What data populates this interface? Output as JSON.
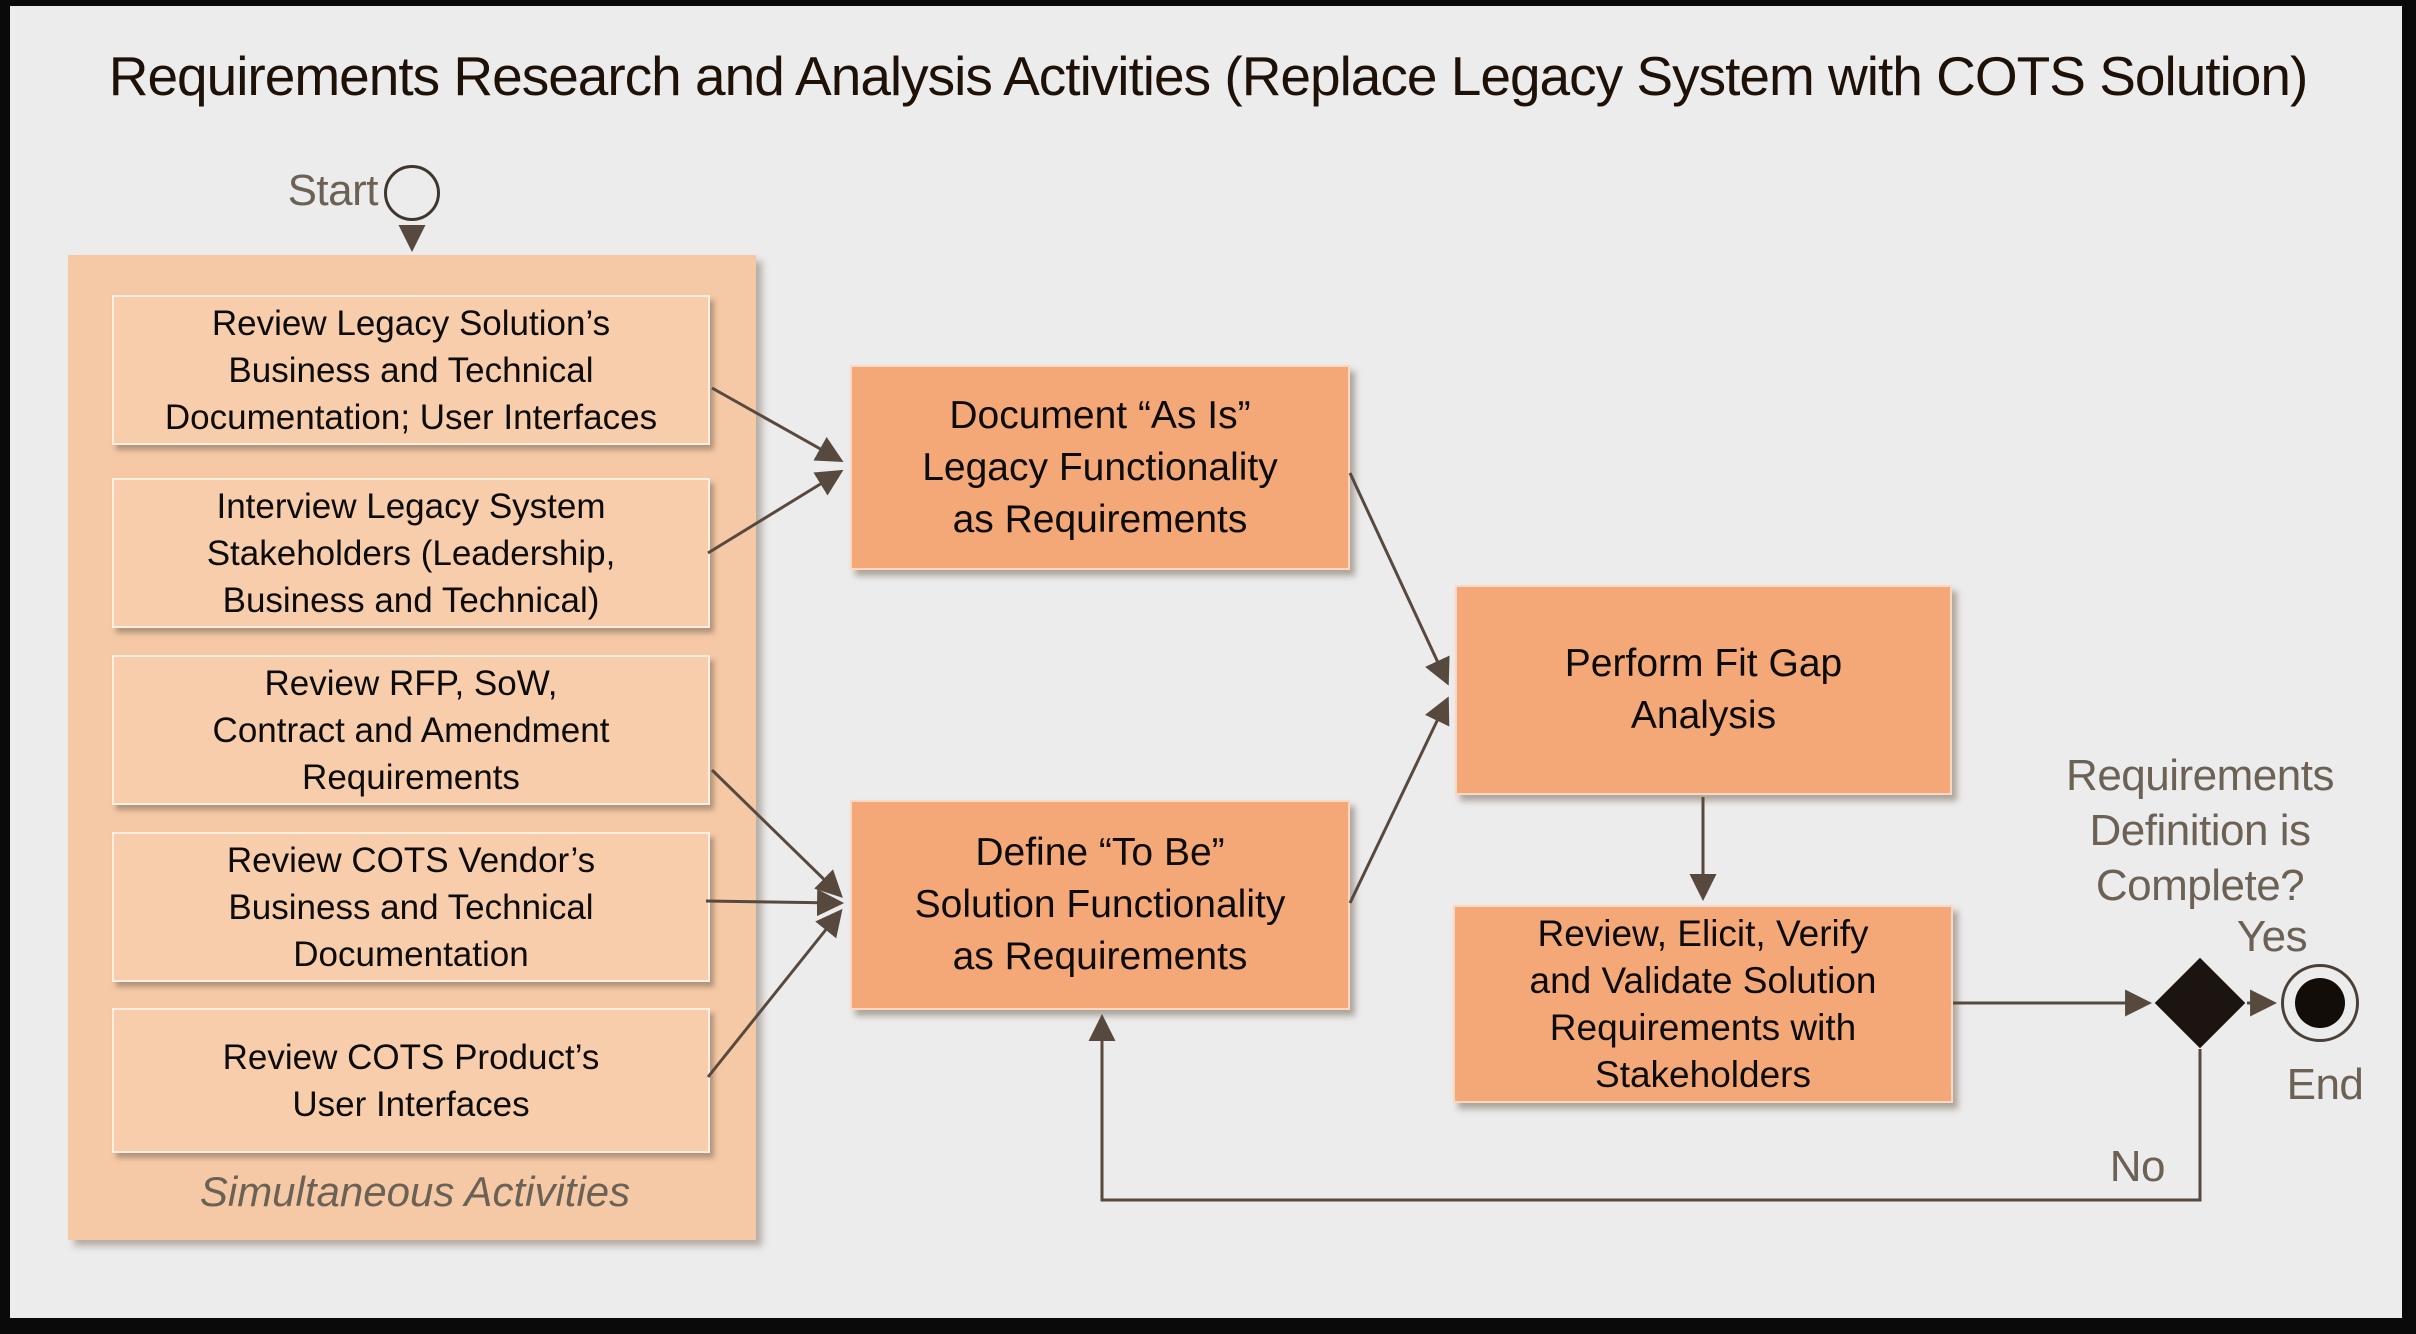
{
  "title": "Requirements Research and Analysis Activities (Replace Legacy System with COTS Solution)",
  "colors": {
    "frame": "#0a0a0a",
    "canvas": "#edecec",
    "container_fill": "#f6c9a6",
    "activity_fill": "#f8cdac",
    "process_fill": "#f4a877",
    "connector": "#57493e",
    "label_text": "#6b6155",
    "box_text": "#0c0c0c",
    "title_text": "#1e1208"
  },
  "flow": {
    "start_label": "Start",
    "container_label": "Simultaneous Activities",
    "activities": [
      "Review Legacy Solution’s\nBusiness and Technical\nDocumentation; User Interfaces",
      "Interview Legacy System\nStakeholders (Leadership,\nBusiness and Technical)",
      "Review RFP, SoW,\nContract and Amendment\nRequirements",
      "Review COTS Vendor’s\nBusiness and Technical\nDocumentation",
      "Review COTS Product’s\nUser Interfaces"
    ],
    "processes": {
      "document_as_is": "Document “As Is”\nLegacy Functionality\nas Requirements",
      "define_to_be": "Define “To Be”\nSolution Functionality\nas Requirements",
      "fit_gap": "Perform Fit Gap\nAnalysis",
      "review_validate": "Review, Elicit, Verify\nand Validate Solution\nRequirements with\nStakeholders"
    },
    "decision_question": "Requirements\nDefinition is\nComplete?",
    "yes_label": "Yes",
    "no_label": "No",
    "end_label": "End"
  }
}
